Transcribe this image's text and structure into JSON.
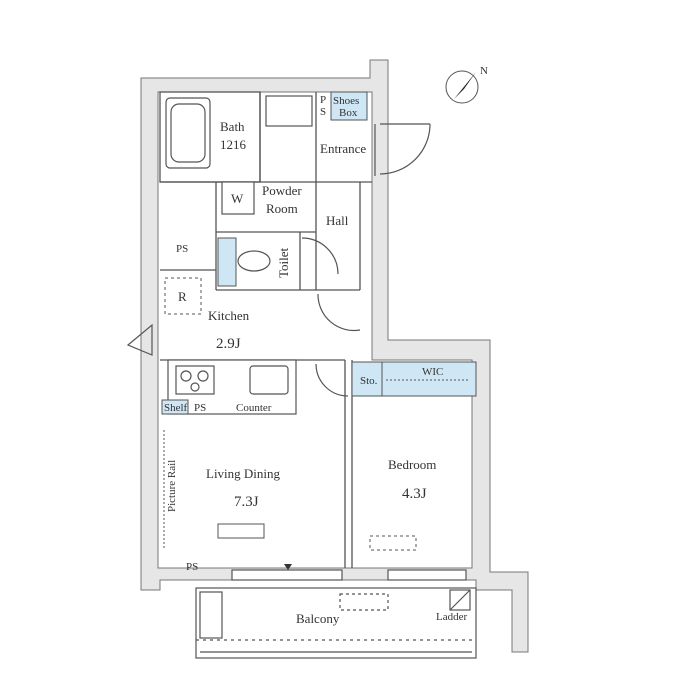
{
  "rooms": {
    "bath": {
      "name": "Bath",
      "size": "1216"
    },
    "powder_room": {
      "line1": "Powder",
      "line2": "Room"
    },
    "washer": "W",
    "toilet": "Toilet",
    "hall": "Hall",
    "entrance": "Entrance",
    "shoes_box": {
      "line1": "Shoes",
      "line2": "Box"
    },
    "ps_letters": {
      "p": "P",
      "s": "S"
    },
    "fridge": "R",
    "kitchen": {
      "name": "Kitchen",
      "size": "2.9J"
    },
    "living_dining": {
      "name": "Living Dining",
      "size": "7.3J"
    },
    "bedroom": {
      "name": "Bedroom",
      "size": "4.3J"
    },
    "storage": "Sto.",
    "wic": "WIC",
    "shelf": "Shelf",
    "ps": "PS",
    "counter": "Counter",
    "picture_rail": "Picture Rail",
    "balcony": "Balcony",
    "ladder": "Ladder"
  },
  "compass": {
    "north_label": "N"
  },
  "colors": {
    "wall_fill": "#e6e6e6",
    "line": "#555555",
    "highlight": "#cfe6f5"
  }
}
